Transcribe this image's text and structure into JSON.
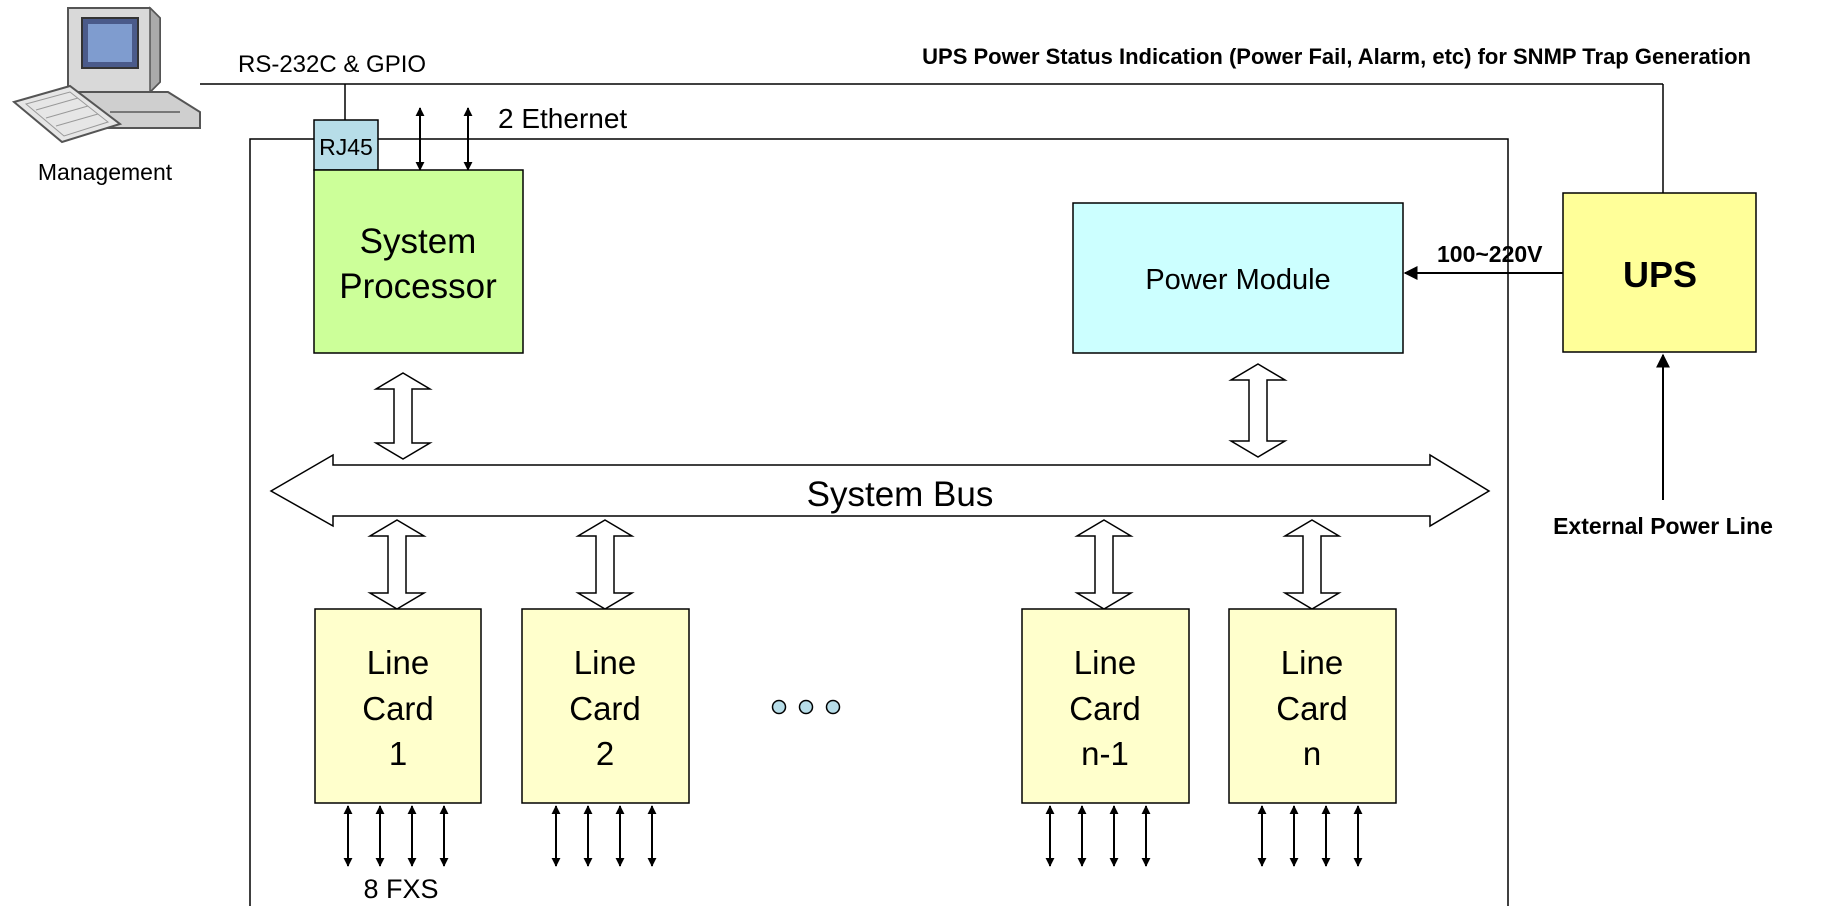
{
  "management": {
    "label": "Management"
  },
  "links": {
    "serial_label": "RS-232C & GPIO",
    "ups_status_label": "UPS Power Status Indication (Power Fail, Alarm, etc) for SNMP Trap Generation",
    "ethernet_label": "2 Ethernet",
    "voltage_label": "100~220V",
    "external_power_label": "External Power Line"
  },
  "rj45": {
    "label": "RJ45"
  },
  "system_processor": {
    "line1": "System",
    "line2": "Processor"
  },
  "power_module": {
    "label": "Power Module"
  },
  "ups": {
    "label": "UPS"
  },
  "system_bus": {
    "label": "System Bus"
  },
  "line_cards": [
    {
      "line1": "Line",
      "line2": "Card",
      "line3": "1"
    },
    {
      "line1": "Line",
      "line2": "Card",
      "line3": "2"
    },
    {
      "line1": "Line",
      "line2": "Card",
      "line3": "n-1"
    },
    {
      "line1": "Line",
      "line2": "Card",
      "line3": "n"
    }
  ],
  "fxs": {
    "label": "8 FXS"
  },
  "colors": {
    "processor_fill": "#ccff99",
    "power_module_fill": "#ccffff",
    "ups_fill": "#ffff99",
    "line_card_fill": "#ffffcc",
    "rj45_fill": "#b7dde8",
    "ellipsis_fill": "#b7dde8"
  }
}
